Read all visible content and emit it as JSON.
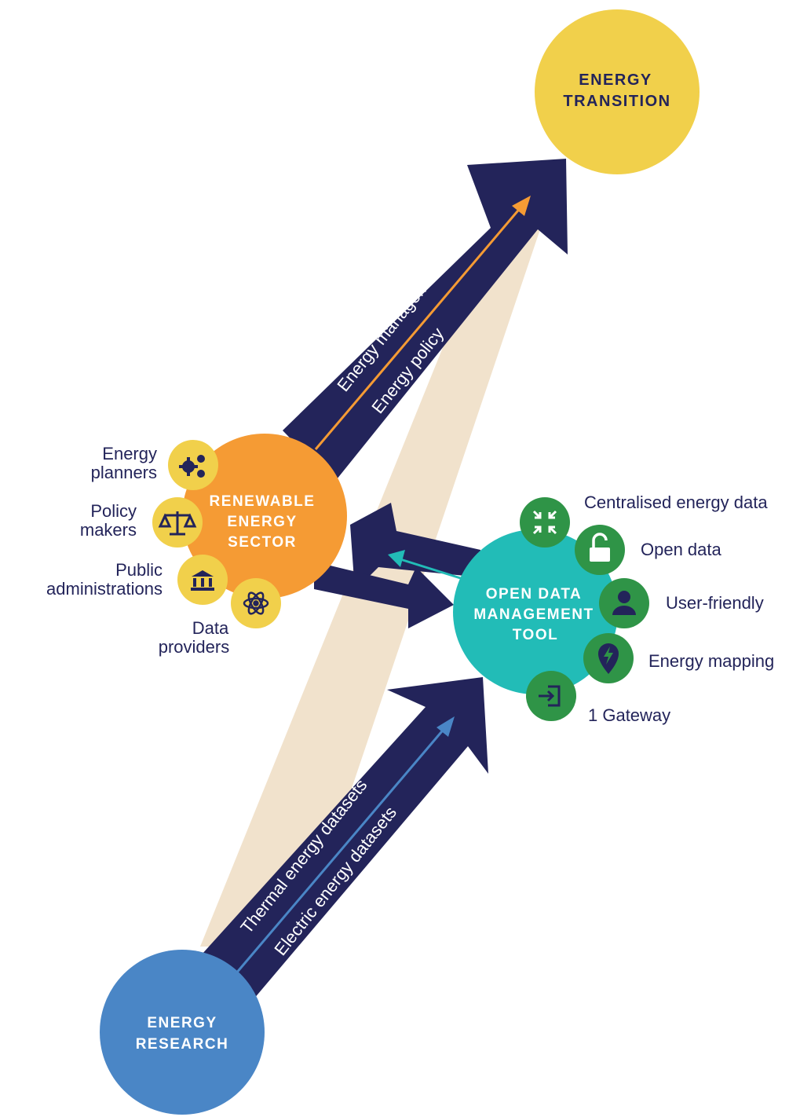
{
  "nodes": {
    "energy_transition": [
      "ENERGY",
      "TRANSITION"
    ],
    "renewable_sector": [
      "RENEWABLE",
      "ENERGY",
      "SECTOR"
    ],
    "open_data_tool": [
      "OPEN DATA",
      "MANAGEMENT",
      "TOOL"
    ],
    "energy_research": [
      "ENERGY",
      "RESEARCH"
    ]
  },
  "arrows": {
    "upper": [
      "Energy management",
      "Energy policy"
    ],
    "lower": [
      "Thermal energy datasets",
      "Electric energy datasets"
    ]
  },
  "stakeholders": [
    {
      "lines": [
        "Energy",
        "planners"
      ],
      "icon": "gears-icon"
    },
    {
      "lines": [
        "Policy",
        "makers"
      ],
      "icon": "scales-icon"
    },
    {
      "lines": [
        "Public",
        "administrations"
      ],
      "icon": "institution-icon"
    },
    {
      "lines": [
        "Data",
        "providers"
      ],
      "icon": "atom-icon"
    }
  ],
  "features": [
    {
      "label": "Centralised energy data",
      "icon": "compress-arrows-icon"
    },
    {
      "label": "Open data",
      "icon": "unlock-icon"
    },
    {
      "label": "User-friendly",
      "icon": "user-icon"
    },
    {
      "label": "Energy mapping",
      "icon": "map-pin-bolt-icon"
    },
    {
      "label": "1 Gateway",
      "icon": "login-icon"
    }
  ],
  "colors": {
    "navy": "#23245a",
    "yellow": "#f1d04b",
    "orange": "#f59b34",
    "teal": "#22bcb7",
    "blue": "#4a86c6",
    "green": "#2f9447",
    "beige": "#f1e2cc"
  }
}
